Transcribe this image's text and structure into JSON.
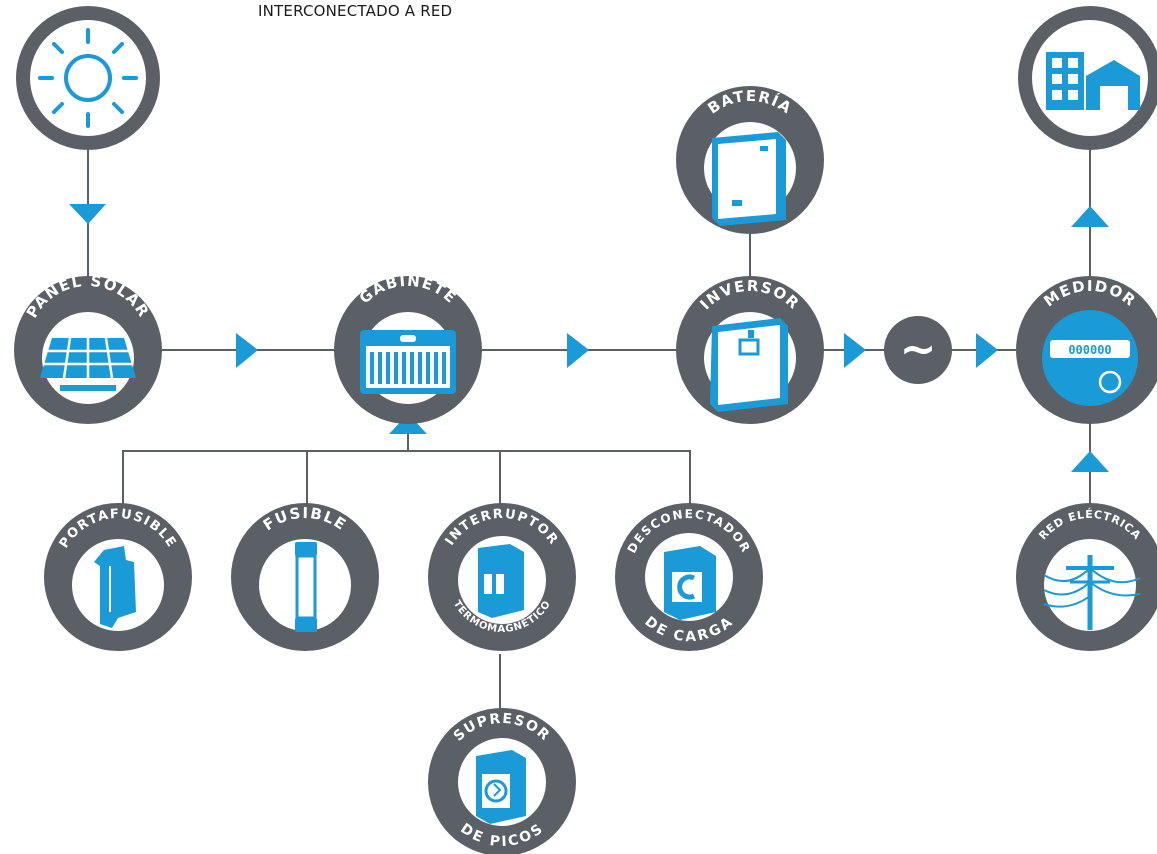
{
  "title": "INTERCONECTADO A RED",
  "nodes": {
    "panel_solar": {
      "label": "PANEL SOLAR"
    },
    "gabinete": {
      "label": "GABINETE"
    },
    "bateria": {
      "label": "BATERÍA"
    },
    "inversor": {
      "label": "INVERSOR"
    },
    "medidor": {
      "label": "MEDIDOR",
      "display": "000000"
    },
    "red_electrica": {
      "label": "RED ELÉCTRICA"
    },
    "portafusible": {
      "label": "PORTAFUSIBLE"
    },
    "fusible": {
      "label": "FUSIBLE"
    },
    "interruptor": {
      "label": "INTERRUPTOR",
      "sublabel": "TERMOMAGNÉTICO"
    },
    "desconectador": {
      "label": "DESCONECTADOR",
      "sublabel": "DE CARGA"
    },
    "supresor": {
      "label": "SUPRESOR",
      "sublabel": "DE PICOS"
    }
  },
  "ac_symbol": "~",
  "colors": {
    "accent": "#1a9ad6",
    "ring": "#5a6065",
    "background": "#ffffff"
  }
}
